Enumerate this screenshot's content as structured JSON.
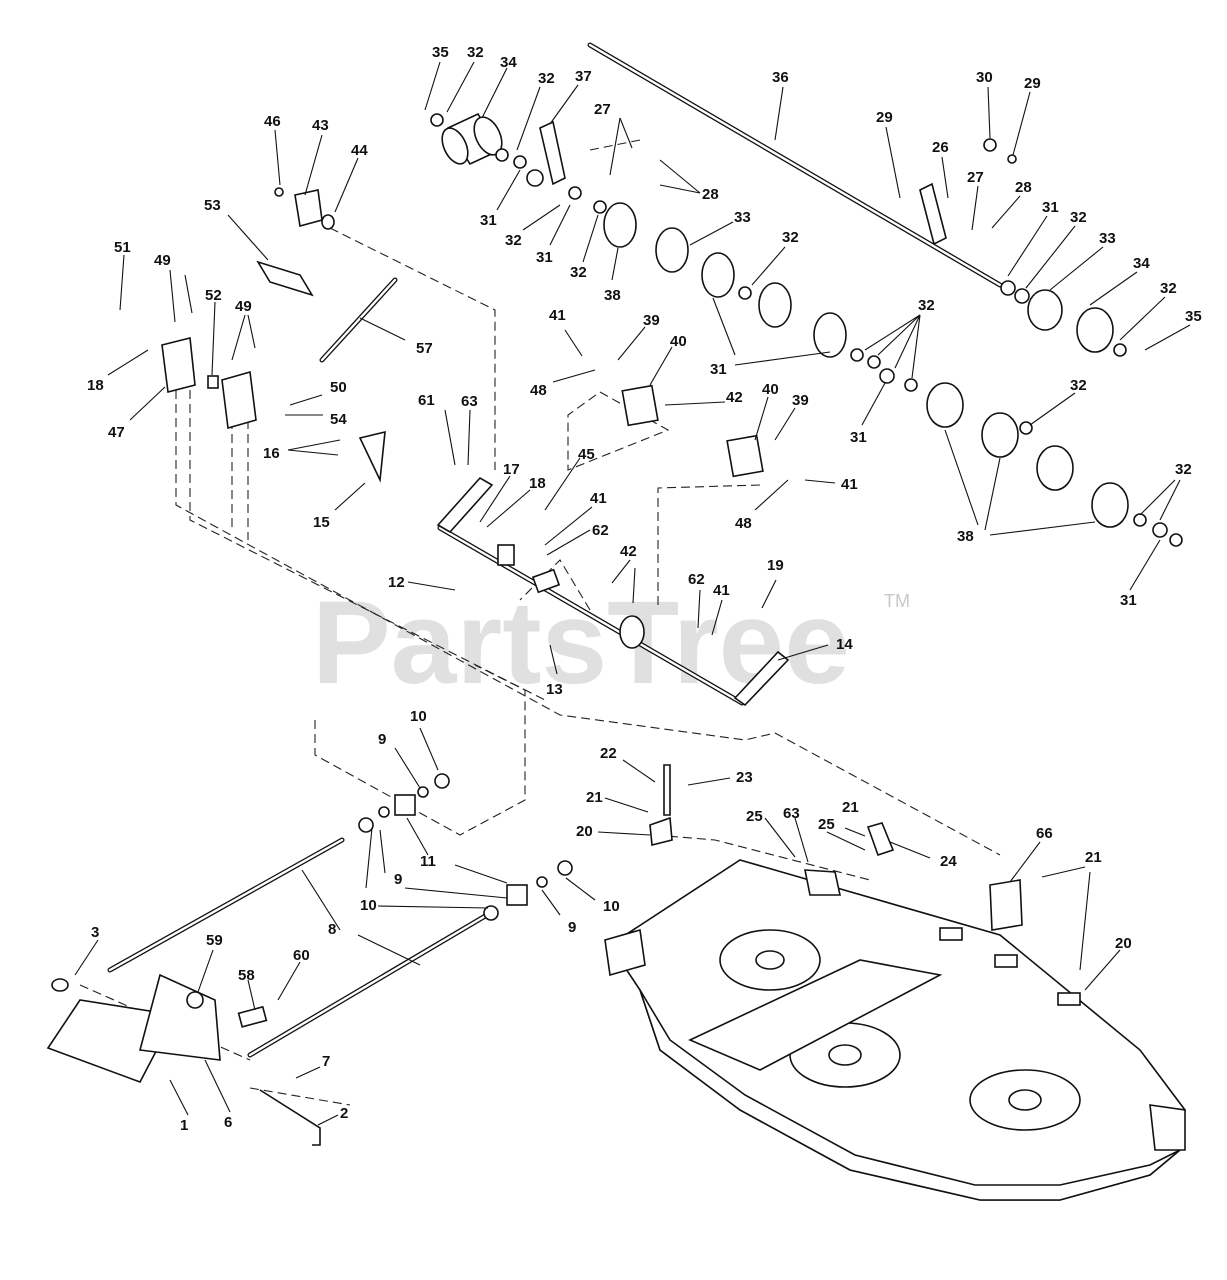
{
  "watermark": {
    "text": "PartsTree",
    "mark": "TM"
  },
  "callouts": [
    "35",
    "32",
    "34",
    "32",
    "37",
    "36",
    "30",
    "29",
    "27",
    "28",
    "29",
    "26",
    "27",
    "28",
    "31",
    "32",
    "33",
    "34",
    "32",
    "35",
    "31",
    "32",
    "31",
    "32",
    "38",
    "33",
    "32",
    "31",
    "32",
    "31",
    "38",
    "32",
    "31",
    "32",
    "46",
    "43",
    "44",
    "53",
    "51",
    "49",
    "52",
    "49",
    "18",
    "47",
    "57",
    "50",
    "54",
    "16",
    "15",
    "41",
    "39",
    "48",
    "40",
    "42",
    "40",
    "39",
    "41",
    "48",
    "61",
    "63",
    "17",
    "18",
    "45",
    "41",
    "62",
    "12",
    "42",
    "62",
    "41",
    "19",
    "14",
    "13",
    "10",
    "9",
    "11",
    "9",
    "10",
    "10",
    "9",
    "8",
    "3",
    "59",
    "58",
    "60",
    "7",
    "1",
    "6",
    "2",
    "22",
    "23",
    "21",
    "20",
    "25",
    "63",
    "21",
    "25",
    "24",
    "66",
    "21",
    "20"
  ]
}
